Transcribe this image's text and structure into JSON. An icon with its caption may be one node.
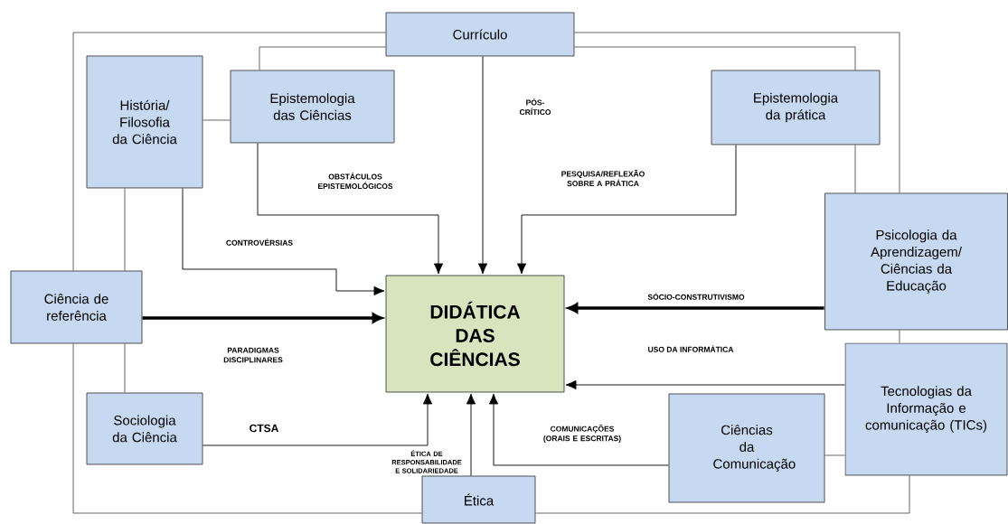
{
  "diagram": {
    "nodes": [
      {
        "text": [
          "Currículo"
        ]
      },
      {
        "text": [
          "História/ Filosofia da Ciência"
        ]
      },
      {
        "text": [
          "Epistemologia das Ciências"
        ]
      },
      {
        "text": [
          "Epistemologia da prática"
        ]
      },
      {
        "text": [
          "Psicologia da Aprendizagem/ Ciências da Educação"
        ]
      },
      {
        "text": [
          "Ciência de referência"
        ]
      },
      {
        "text": [
          "DIDÁTICA DAS CIÊNCIAS"
        ]
      },
      {
        "text": [
          "Tecnologias da Informação e comunicação (TICs)"
        ]
      },
      {
        "text": [
          "Sociologia da Ciência"
        ]
      },
      {
        "text": [
          "Ciências da Comunicação"
        ]
      },
      {
        "text": [
          "Ética"
        ]
      }
    ],
    "edges": [
      {
        "from": 0,
        "to": 5,
        "arrow": "none"
      },
      {
        "from": 5,
        "to": 10,
        "arrow": "none"
      },
      {
        "from": 0,
        "to": 2,
        "arrow": "none"
      },
      {
        "from": 0,
        "to": 4,
        "arrow": "none"
      },
      {
        "from": 0,
        "to": 3,
        "arrow": "none"
      },
      {
        "from": 0,
        "to": 6,
        "arrow": "to",
        "label": "PÓS-CRÍTICO"
      },
      {
        "from": 1,
        "to": 2,
        "arrow": "none"
      },
      {
        "from": 1,
        "to": 5,
        "arrow": "none"
      },
      {
        "from": 1,
        "to": 6,
        "arrow": "to",
        "label": "CONTROVÉRSIAS"
      },
      {
        "from": 2,
        "to": 6,
        "arrow": "to",
        "label": "OBSTÁCULOS EPISTEMOLÓGICOS"
      },
      {
        "from": 3,
        "to": 6,
        "arrow": "to",
        "label": "PESQUISA/REFLEXÃO SOBRE A PRÁTICA"
      },
      {
        "from": 3,
        "to": 4,
        "arrow": "none"
      },
      {
        "from": 4,
        "to": 6,
        "arrow": "to",
        "style": "thick",
        "label": "SÓCIO-CONSTRUTIVISMO"
      },
      {
        "from": 4,
        "to": 7,
        "arrow": "none"
      },
      {
        "from": 5,
        "to": 6,
        "arrow": "to",
        "style": "thick",
        "label": "PARADIGMAS DISCIPLINARES"
      },
      {
        "from": 5,
        "to": 8,
        "arrow": "none"
      },
      {
        "from": 8,
        "to": 6,
        "arrow": "to",
        "label": "CTSA"
      },
      {
        "from": 10,
        "to": 6,
        "arrow": "to",
        "label": "ÉTICA DE RESPONSABILIDADE E SOLIDARIEDADE"
      },
      {
        "from": 9,
        "to": 6,
        "arrow": "to",
        "label": "COMUNICAÇÕES (ORAIS E ESCRITAS)"
      },
      {
        "from": 7,
        "to": 6,
        "arrow": "to",
        "label": "USO DA INFORMÁTICA"
      },
      {
        "from": 9,
        "to": 7,
        "arrow": "none"
      },
      {
        "from": 7,
        "to": 10,
        "arrow": "none"
      }
    ]
  }
}
